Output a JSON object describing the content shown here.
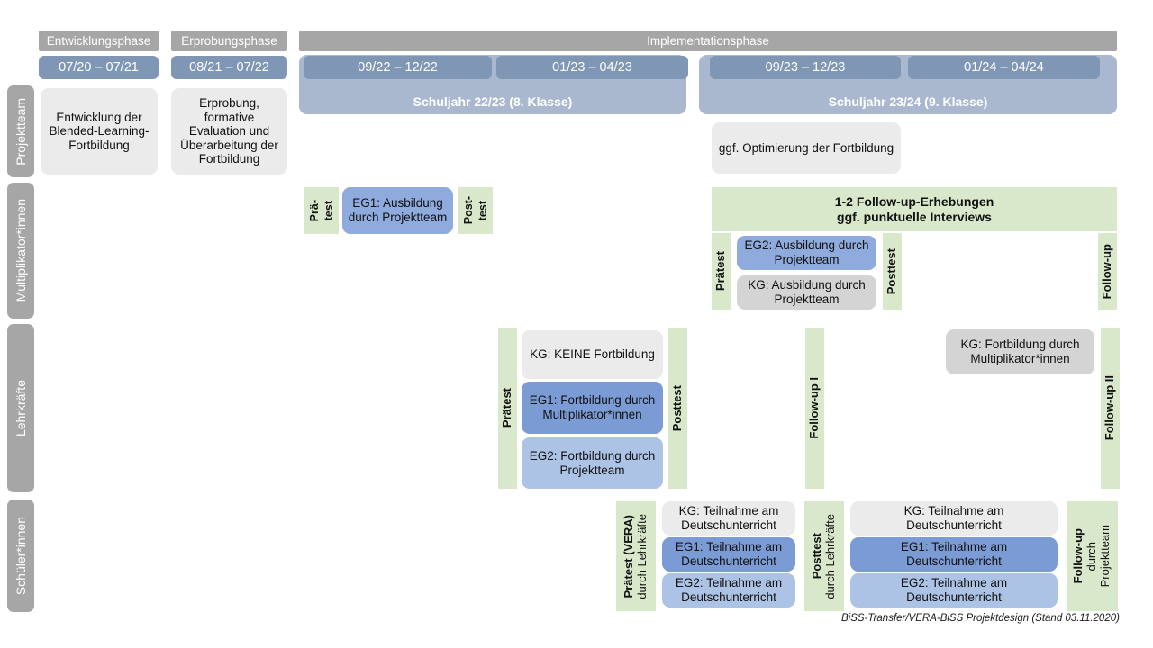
{
  "phases": [
    {
      "label": "Entwicklungsphase"
    },
    {
      "label": "Erprobungsphase"
    },
    {
      "label": "Implementationsphase"
    }
  ],
  "periods": [
    {
      "label": "07/20 – 07/21"
    },
    {
      "label": "08/21 – 07/22"
    },
    {
      "label": "09/22 – 12/22"
    },
    {
      "label": "01/23 – 04/23"
    },
    {
      "label": "09/23 – 12/23"
    },
    {
      "label": "01/24 – 04/24"
    }
  ],
  "school_years": [
    {
      "label": "Schuljahr 22/23 (8. Klasse)"
    },
    {
      "label": "Schuljahr 23/24 (9. Klasse)"
    }
  ],
  "actors": [
    {
      "label": "Projektteam"
    },
    {
      "label": "Multiplikator*innen"
    },
    {
      "label": "Lehrkräfte"
    },
    {
      "label": "Schüler*innen"
    }
  ],
  "projektteam": {
    "entwicklung": "Entwicklung der Blended-Learning-Fortbildung",
    "erprobung": "Erprobung, formative Evaluation und Überarbeitung der Fortbildung",
    "optimierung": "ggf. Optimierung der Fortbildung"
  },
  "multiplikator": {
    "praetest_line1": "Prä-",
    "praetest_line2": "test",
    "posttest_line1": "Post-",
    "posttest_line2": "test",
    "eg1": "EG1: Ausbildung durch Projektteam",
    "praetest2": "Prätest",
    "posttest2": "Posttest",
    "followup": "Follow-up",
    "eg2": "EG2: Ausbildung durch Projektteam",
    "kg": "KG: Ausbildung durch Projektteam",
    "erhebungen_line1": "1-2 Follow-up-Erhebungen",
    "erhebungen_line2": "ggf. punktuelle Interviews"
  },
  "lehrkraefte": {
    "praetest": "Prätest",
    "posttest": "Posttest",
    "followup1": "Follow-up I",
    "followup2": "Follow-up II",
    "kg_keine": "KG:  KEINE Fortbildung",
    "eg1": "EG1: Fortbildung durch Multiplikator*innen",
    "eg2": "EG2: Fortbildung durch Projektteam",
    "kg_fortbildung": "KG: Fortbildung durch Multiplikator*innen"
  },
  "schueler": {
    "praetest_main": "Prätest (VERA)",
    "praetest_sub": "durch Lehrkräfte",
    "posttest_main": "Posttest",
    "posttest_sub": "durch Lehrkräfte",
    "followup_main": "Follow-up",
    "followup_sub1": "durch",
    "followup_sub2": "Projektteam",
    "left_kg": "KG: Teilnahme am Deutschunterricht",
    "left_eg1": "EG1: Teilnahme am Deutschunterricht",
    "left_eg2": "EG2: Teilnahme am Deutschunterricht",
    "right_kg": "KG: Teilnahme am Deutschunterricht",
    "right_eg1": "EG1: Teilnahme am Deutschunterricht",
    "right_eg2": "EG2: Teilnahme am Deutschunterricht"
  },
  "footnote": "BiSS-Transfer/VERA-BiSS Projektdesign (Stand 03.11.2020)",
  "colors": {
    "phase_grey": "#a6a6a6",
    "period_blue": "#7f96b5",
    "schoolyear_blue": "#a9b8cf",
    "card_grey": "#ebebeb",
    "card_grey_dark": "#d4d4d4",
    "blue_dark": "#7b9bd5",
    "blue_mid": "#8faadc",
    "blue_light": "#adc3e6",
    "strip_green": "#d9e8cb"
  }
}
